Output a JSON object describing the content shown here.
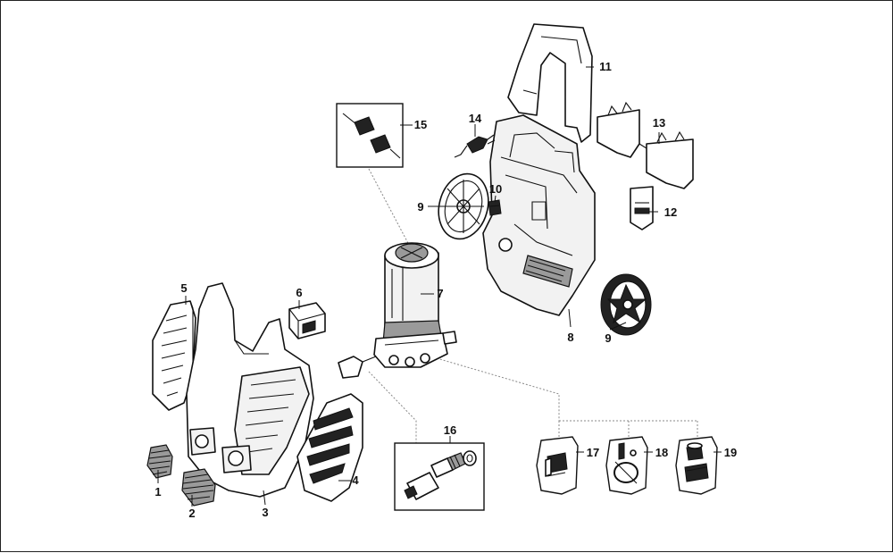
{
  "diagram": {
    "parts": [
      {
        "id": "part-1",
        "label": "1",
        "icon": "grille-small-icon"
      },
      {
        "id": "part-2",
        "label": "2",
        "icon": "grille-large-icon"
      },
      {
        "id": "part-3",
        "label": "3",
        "icon": "front-housing-icon"
      },
      {
        "id": "part-4",
        "label": "4",
        "icon": "side-cover-right-icon"
      },
      {
        "id": "part-5",
        "label": "5",
        "icon": "side-cover-left-icon"
      },
      {
        "id": "part-6",
        "label": "6",
        "icon": "switch-icon"
      },
      {
        "id": "part-7",
        "label": "7",
        "icon": "motor-pump-icon"
      },
      {
        "id": "part-8",
        "label": "8",
        "icon": "rear-frame-icon"
      },
      {
        "id": "part-9a",
        "label": "9",
        "icon": "wheel-icon"
      },
      {
        "id": "part-9b",
        "label": "9",
        "icon": "wheel-icon"
      },
      {
        "id": "part-10",
        "label": "10",
        "icon": "clip-icon"
      },
      {
        "id": "part-11",
        "label": "11",
        "icon": "handle-icon"
      },
      {
        "id": "part-12",
        "label": "12",
        "icon": "holder-icon"
      },
      {
        "id": "part-13",
        "label": "13",
        "icon": "accessory-holder-icon"
      },
      {
        "id": "part-14",
        "label": "14",
        "icon": "power-plug-icon"
      },
      {
        "id": "part-15",
        "label": "15",
        "icon": "carbon-brush-kit-icon"
      },
      {
        "id": "part-16",
        "label": "16",
        "icon": "connector-kit-icon"
      },
      {
        "id": "part-17",
        "label": "17",
        "icon": "valve-kit-bag-icon"
      },
      {
        "id": "part-18",
        "label": "18",
        "icon": "seal-kit-bag-icon"
      },
      {
        "id": "part-19",
        "label": "19",
        "icon": "piston-kit-bag-icon"
      }
    ]
  }
}
